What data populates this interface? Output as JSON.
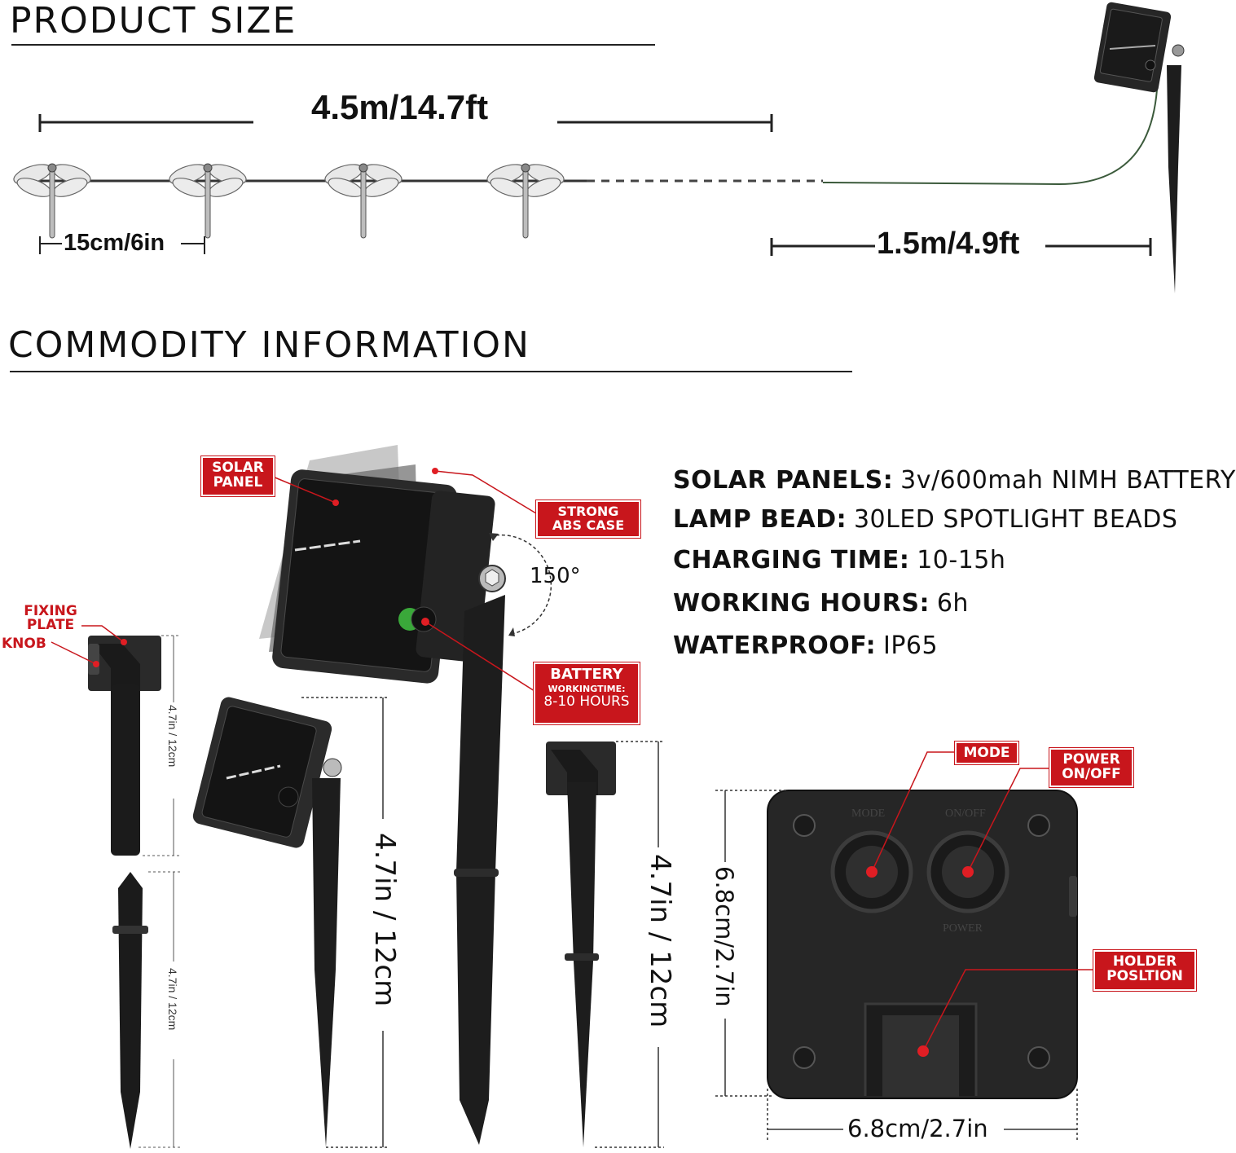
{
  "product_size": {
    "title": "PRODUCT SIZE",
    "string_length": "4.5m/14.7ft",
    "spacing": "15cm/6in",
    "lead_length": "1.5m/4.9ft"
  },
  "commodity": {
    "title": "COMMODITY INFORMATION",
    "specs": [
      {
        "label": "SOLAR PANELS:",
        "value": "3v/600mah NIMH BATTERY"
      },
      {
        "label": "LAMP BEAD:",
        "value": "30LED SPOTLIGHT BEADS"
      },
      {
        "label": "CHARGING TIME:",
        "value": "10-15h"
      },
      {
        "label": "WORKING HOURS:",
        "value": "6h"
      },
      {
        "label": "WATERPROOF:",
        "value": "IP65"
      }
    ]
  },
  "callouts": {
    "solar_panel": "SOLAR PANEL",
    "strong_abs_case": "STRONG ABS CASE",
    "rotation_angle": "150°",
    "battery_title": "BATTERY",
    "battery_sub": "WORKINGTIME:",
    "battery_hours": "8-10 HOURS",
    "fixing_plate": "FIXING PLATE",
    "knob": "KNOB",
    "mode": "MODE",
    "power_on_off": "POWER ON/OFF",
    "holder_position": "HOLDER POSLTION"
  },
  "dimensions": {
    "upper_part_small": "4.7in / 12cm",
    "lower_stake_small": "4.7in / 12cm",
    "stake_height_left": "4.7in / 12cm",
    "stake_height_right": "4.7in / 12cm",
    "box_height": "6.8cm/2.7in",
    "box_width": "6.8cm/2.7in"
  },
  "box_labels": {
    "mode": "MODE",
    "on_off": "ON/OFF",
    "power": "POWER"
  },
  "colors": {
    "accent_red": "#c8161c",
    "product_black": "#1b1b1b",
    "wire_green": "#3b5a3b"
  }
}
